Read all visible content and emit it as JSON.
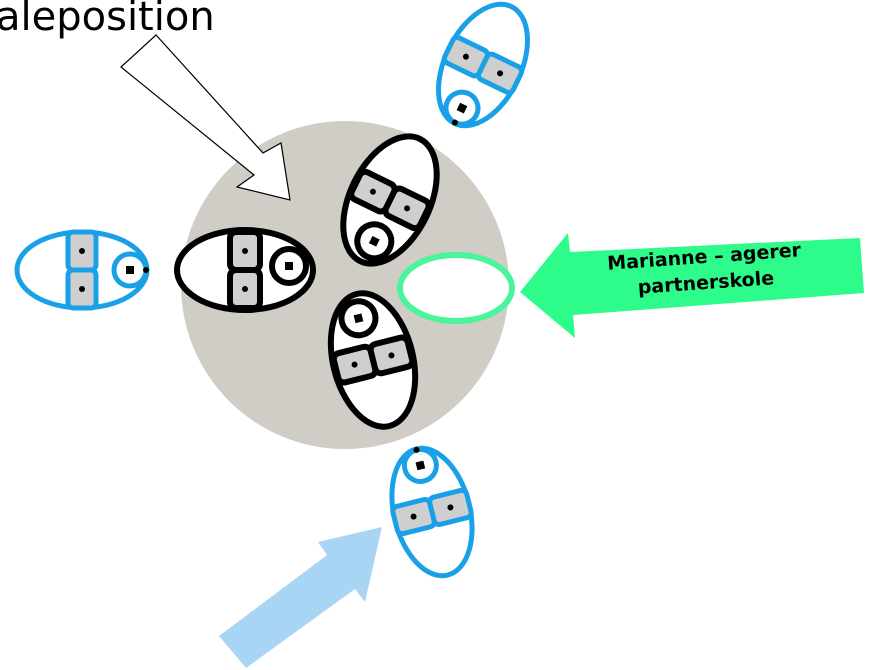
{
  "diagram": {
    "heading_fragment": "aleposition",
    "green_label_line1": "Marianne – agerer",
    "green_label_line2": "partnerskole",
    "colors": {
      "table": "#cfcdc6",
      "blue": "#1aa0e6",
      "green_arrow": "#2dfc8a",
      "green_ring": "#49f59a",
      "light_blue_arrow": "#a9d5f5",
      "tag": "#cfcfcf"
    }
  }
}
